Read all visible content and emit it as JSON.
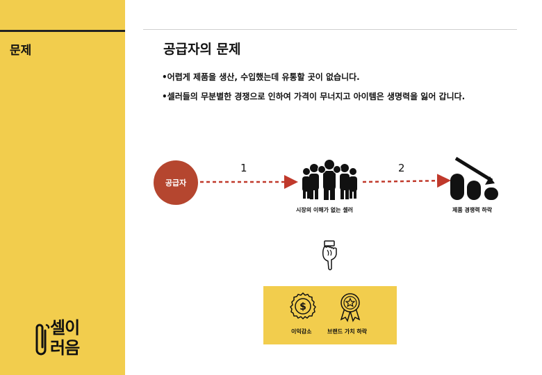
{
  "sidebar": {
    "title": "문제",
    "logo_text": [
      "셀이",
      "러음"
    ]
  },
  "main": {
    "title": "공급자의 문제",
    "bullets": [
      "•어렵게 제품을 생산, 수입했는데 유통할 곳이 없습니다.",
      "•셀러들의 무분별한 경쟁으로 인하여 가격이 무너지고 아이템은 생명력을 잃어 갑니다."
    ]
  },
  "flow": {
    "supplier_label": "공급자",
    "step1": "1",
    "step2": "2",
    "sellers_caption": "시장의 이해가 없는 셀러",
    "decline_caption": "제품 경쟁력 하락",
    "arrow_color": "#c0392b"
  },
  "result": {
    "profit_caption": "이익감소",
    "brand_caption": "브랜드 가치 하락"
  },
  "icons": [
    "people-group-icon",
    "declining-bars-icon",
    "pointing-hand-icon",
    "dollar-coin-icon",
    "award-ribbon-icon"
  ],
  "colors": {
    "sidebar": "#f2cd4d",
    "supplier": "#b5462f"
  }
}
